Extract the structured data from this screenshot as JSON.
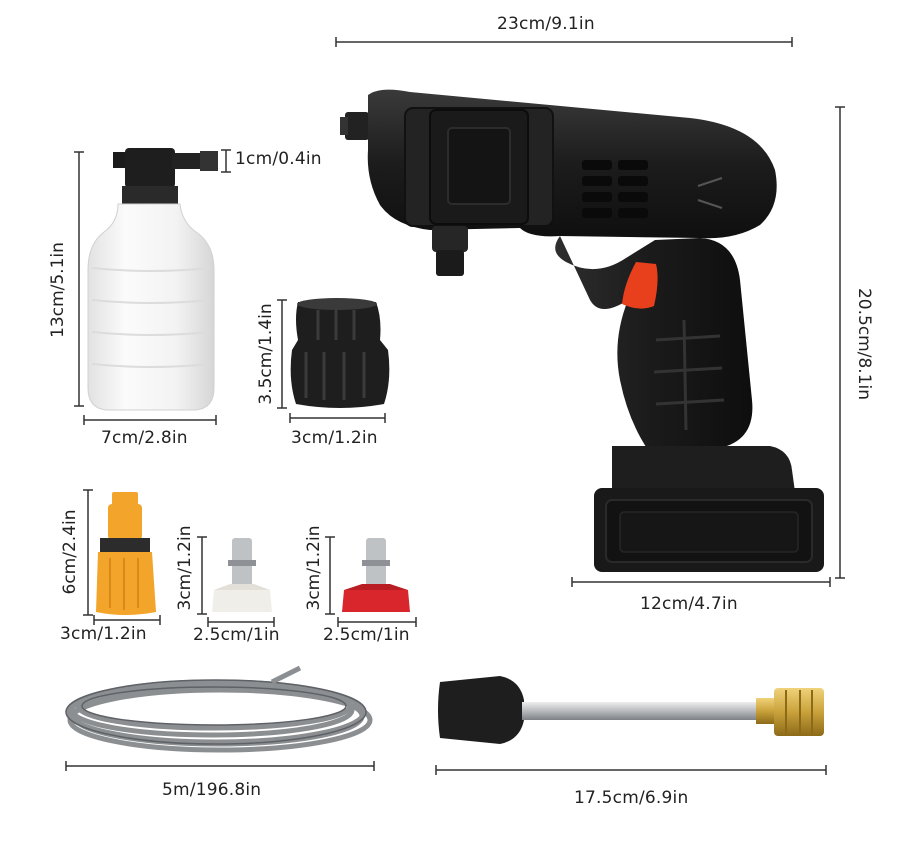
{
  "dimensions": {
    "gun_width": "23cm/9.1in",
    "gun_height": "20.5cm/8.1in",
    "battery_width": "12cm/4.7in",
    "bottle_height": "13cm/5.1in",
    "bottle_width": "7cm/2.8in",
    "bottle_connector": "1cm/0.4in",
    "adapter_height": "3.5cm/1.4in",
    "adapter_width": "3cm/1.2in",
    "quick_connector_height": "6cm/2.4in",
    "quick_connector_width": "3cm/1.2in",
    "white_nozzle_height": "3cm/1.2in",
    "white_nozzle_width": "2.5cm/1in",
    "red_nozzle_height": "3cm/1.2in",
    "red_nozzle_width": "2.5cm/1in",
    "hose_length": "5m/196.8in",
    "wand_length": "17.5cm/6.9in"
  },
  "colors": {
    "gun_body": "#1c1c1c",
    "trigger": "#e8401c",
    "bottle": "#f1f1f1",
    "quick_connector": "#f2a52a",
    "red_nozzle": "#d8262c",
    "white_nozzle": "#efeee8",
    "hose": "#8c8f92",
    "brass": "#c9a23b",
    "dimension_line": "#333333"
  }
}
